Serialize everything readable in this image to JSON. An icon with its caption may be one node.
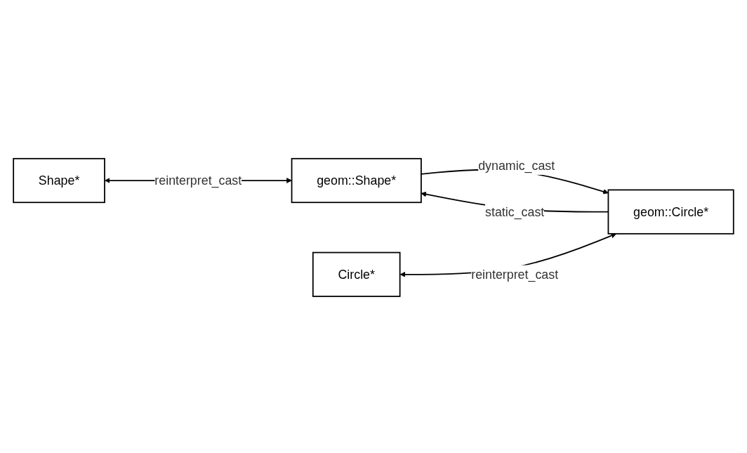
{
  "diagram": {
    "nodes": [
      {
        "text": [
          "Shape*"
        ]
      },
      {
        "text": [
          "geom::Shape*"
        ]
      },
      {
        "text": [
          "Circle*"
        ]
      },
      {
        "text": [
          "geom::Circle*"
        ]
      }
    ],
    "edges": [
      {
        "from": 0,
        "to": 1,
        "arrow": "both",
        "label": "reinterpret_cast"
      },
      {
        "from": 3,
        "to": 1,
        "arrow": "to",
        "label": "static_cast"
      },
      {
        "from": 1,
        "to": 3,
        "arrow": "to",
        "label": "dynamic_cast"
      },
      {
        "from": 2,
        "to": 3,
        "arrow": "both",
        "label": "reinterpret_cast"
      }
    ]
  }
}
